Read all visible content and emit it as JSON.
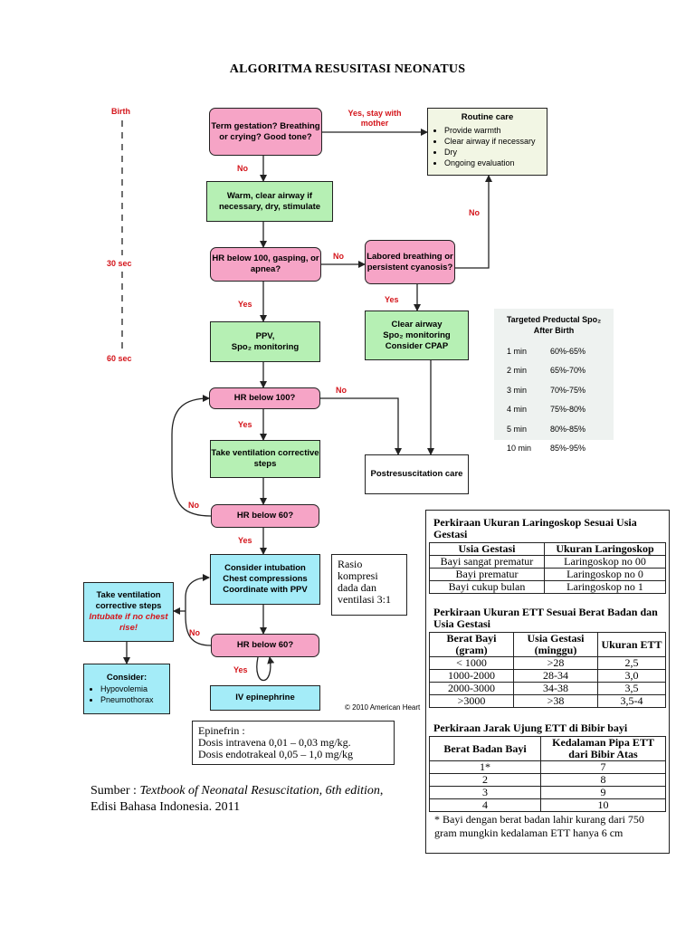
{
  "title": "ALGORITMA RESUSITASI NEONATUS",
  "timeline": {
    "birth": "Birth",
    "t30": "30 sec",
    "t60": "60 sec"
  },
  "flow": {
    "term_gestation": "Term gestation? Breathing or crying? Good tone?",
    "yes_stay": "Yes, stay with mother",
    "routine_title": "Routine care",
    "routine_items": [
      "Provide warmth",
      "Clear airway if necessary",
      "Dry",
      "Ongoing evaluation"
    ],
    "no1": "No",
    "warm": "Warm, clear airway if necessary, dry, stimulate",
    "no_routine": "No",
    "hr100_gasp": "HR below 100, gasping, or apnea?",
    "no2": "No",
    "labored": "Labored breathing or persistent cyanosis?",
    "yes1": "Yes",
    "yes_labored": "Yes",
    "ppv_line1": "PPV,",
    "ppv_line2": "Spo₂ monitoring",
    "clear_airway_line1": "Clear airway",
    "clear_airway_line2": "Spo₂ monitoring",
    "clear_airway_line3": "Consider CPAP",
    "hr100": "HR below 100?",
    "no3": "No",
    "yes2": "Yes",
    "take_vent": "Take ventilation corrective steps",
    "postresus": "Postresuscitation care",
    "no_loop": "No",
    "hr60_a": "HR below 60?",
    "yes3": "Yes",
    "consider_intub_line1": "Consider intubation",
    "consider_intub_line2": "Chest compressions",
    "consider_intub_line3": "Coordinate with PPV",
    "left_take_vent": "Take ventilation corrective steps",
    "intubate_if": "Intubate if no chest rise!",
    "no4": "No",
    "hr60_b": "HR below 60?",
    "yes4": "Yes",
    "consider_title": "Consider:",
    "consider_items": [
      "Hypovolemia",
      "Pneumothorax"
    ],
    "iv_epi": "IV epinephrine"
  },
  "spo2_table": {
    "title_line1": "Targeted Preductal Spo₂",
    "title_line2": "After Birth",
    "rows": [
      [
        "1 min",
        "60%-65%"
      ],
      [
        "2 min",
        "65%-70%"
      ],
      [
        "3 min",
        "70%-75%"
      ],
      [
        "4 min",
        "75%-80%"
      ],
      [
        "5 min",
        "80%-85%"
      ],
      [
        "10 min",
        "85%-95%"
      ]
    ]
  },
  "rasio": "Rasio kompresi dada dan ventilasi 3:1",
  "copyright": "© 2010 American Heart",
  "epinefrin": {
    "line1": "Epinefrin :",
    "line2": "Dosis intravena 0,01 – 0,03 mg/kg.",
    "line3": "Dosis endotrakeal 0,05 – 1,0 mg/kg"
  },
  "source": {
    "prefix": "Sumber : ",
    "italic": "Textbook of Neonatal Resuscitation, 6th edition",
    "suffix": ", Edisi Bahasa Indonesia. 2011"
  },
  "laringoskop": {
    "title": "Perkiraan Ukuran Laringoskop Sesuai Usia Gestasi",
    "headers": [
      "Usia Gestasi",
      "Ukuran Laringoskop"
    ],
    "rows": [
      [
        "Bayi sangat prematur",
        "Laringoskop no 00"
      ],
      [
        "Bayi prematur",
        "Laringoskop no 0"
      ],
      [
        "Bayi cukup bulan",
        "Laringoskop no 1"
      ]
    ]
  },
  "ett_size": {
    "title": "Perkiraan Ukuran ETT Sesuai Berat Badan dan Usia Gestasi",
    "headers": [
      "Berat Bayi (gram)",
      "Usia Gestasi (minggu)",
      "Ukuran ETT"
    ],
    "rows": [
      [
        "< 1000",
        ">28",
        "2,5"
      ],
      [
        "1000-2000",
        "28-34",
        "3,0"
      ],
      [
        "2000-3000",
        "34-38",
        "3,5"
      ],
      [
        ">3000",
        ">38",
        "3,5-4"
      ]
    ]
  },
  "ett_depth": {
    "title": "Perkiraan Jarak Ujung ETT di Bibir bayi",
    "headers": [
      "Berat Badan Bayi",
      "Kedalaman Pipa ETT dari Bibir Atas"
    ],
    "rows": [
      [
        "1*",
        "7"
      ],
      [
        "2",
        "8"
      ],
      [
        "3",
        "9"
      ],
      [
        "4",
        "10"
      ]
    ],
    "footnote": "* Bayi dengan berat badan lahir kurang dari 750 gram mungkin kedalaman ETT hanya 6 cm"
  }
}
